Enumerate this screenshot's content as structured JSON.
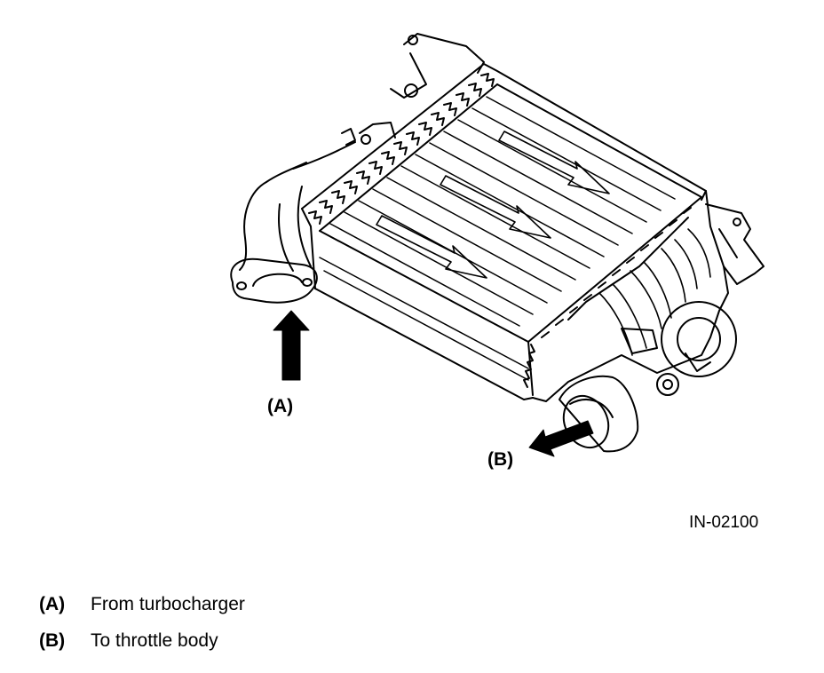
{
  "figure": {
    "callouts": [
      {
        "key": "a",
        "label": "(A)"
      },
      {
        "key": "b",
        "label": "(B)"
      }
    ],
    "figure_id": "IN-02100"
  },
  "legend": [
    {
      "key": "(A)",
      "text": "From turbocharger"
    },
    {
      "key": "(B)",
      "text": "To throttle body"
    }
  ],
  "colors": {
    "ink": "#000000",
    "paper": "#ffffff"
  }
}
